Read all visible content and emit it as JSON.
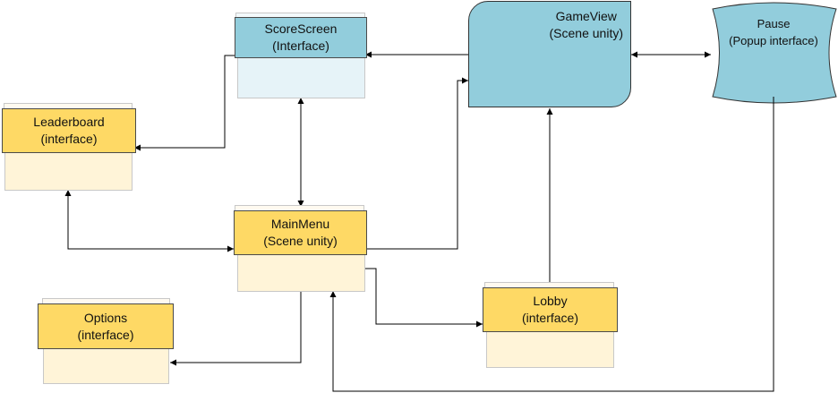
{
  "nodes": {
    "gameview": {
      "title": "GameView",
      "subtitle": "(Scene unity)"
    },
    "pause": {
      "title": "Pause",
      "subtitle": "(Popup interface)"
    },
    "scorescreen": {
      "title": "ScoreScreen",
      "subtitle": "(Interface)"
    },
    "leaderboard": {
      "title": "Leaderboard",
      "subtitle": "(interface)"
    },
    "mainmenu": {
      "title": "MainMenu",
      "subtitle": "(Scene unity)"
    },
    "options": {
      "title": "Options",
      "subtitle": "(interface)"
    },
    "lobby": {
      "title": "Lobby",
      "subtitle": "(interface)"
    }
  },
  "colors": {
    "interface_yellow": "#fed965",
    "interface_yellow_light": "#fff4d8",
    "scene_blue": "#92cddc",
    "scene_blue_light": "#e6f3f8",
    "connector": "#000000"
  },
  "edges": [
    {
      "from": "gameview",
      "to": "scorescreen",
      "direction": "one-way"
    },
    {
      "from": "gameview",
      "to": "pause",
      "direction": "two-way"
    },
    {
      "from": "scorescreen",
      "to": "leaderboard",
      "direction": "one-way"
    },
    {
      "from": "scorescreen",
      "to": "mainmenu",
      "direction": "two-way"
    },
    {
      "from": "leaderboard",
      "to": "mainmenu",
      "direction": "two-way"
    },
    {
      "from": "mainmenu",
      "to": "gameview",
      "direction": "one-way"
    },
    {
      "from": "mainmenu",
      "to": "lobby",
      "direction": "one-way"
    },
    {
      "from": "mainmenu",
      "to": "options",
      "direction": "one-way"
    },
    {
      "from": "lobby",
      "to": "gameview",
      "direction": "one-way"
    },
    {
      "from": "pause",
      "to": "mainmenu",
      "direction": "one-way"
    }
  ]
}
